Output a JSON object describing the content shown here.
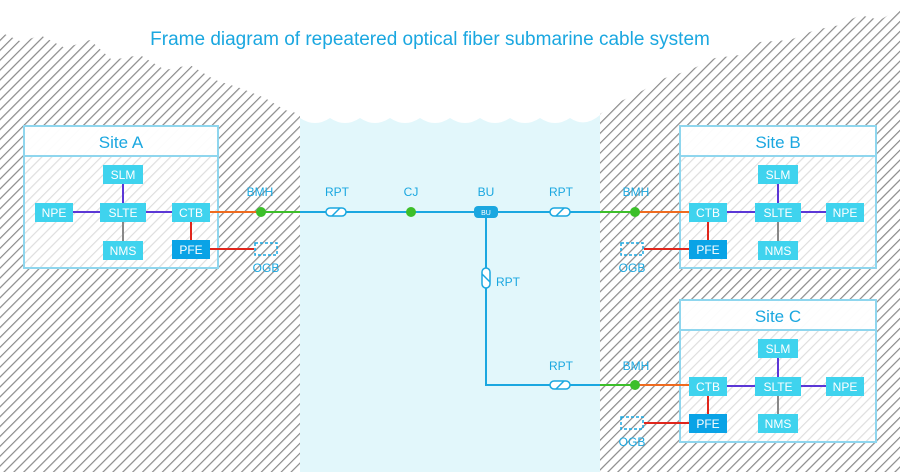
{
  "title": "Frame diagram of repeatered optical fiber submarine cable system",
  "colors": {
    "accent": "#1aa7e0",
    "light_box": "#3fd3ee",
    "dark_box": "#0aa3e6",
    "green_fiber": "#3cbf2a",
    "orange_fiber": "#ef6b1f",
    "power_red": "#e0261c",
    "internal_purple": "#5b37d6",
    "internal_gray": "#888888",
    "water": "#e2f7fb",
    "hatch": "#8a8a8a"
  },
  "sites": [
    {
      "title": "Site A",
      "slm": "SLM",
      "slte": "SLTE",
      "nms": "NMS",
      "npe": "NPE",
      "ctb": "CTB",
      "pfe": "PFE"
    },
    {
      "title": "Site B",
      "slm": "SLM",
      "slte": "SLTE",
      "nms": "NMS",
      "npe": "NPE",
      "ctb": "CTB",
      "pfe": "PFE"
    },
    {
      "title": "Site C",
      "slm": "SLM",
      "slte": "SLTE",
      "nms": "NMS",
      "npe": "NPE",
      "ctb": "CTB",
      "pfe": "PFE"
    }
  ],
  "labels": {
    "bmh": "BMH",
    "ogb": "OGB",
    "rpt": "RPT",
    "cj": "CJ",
    "bu": "BU",
    "bu_icon": "BU"
  }
}
